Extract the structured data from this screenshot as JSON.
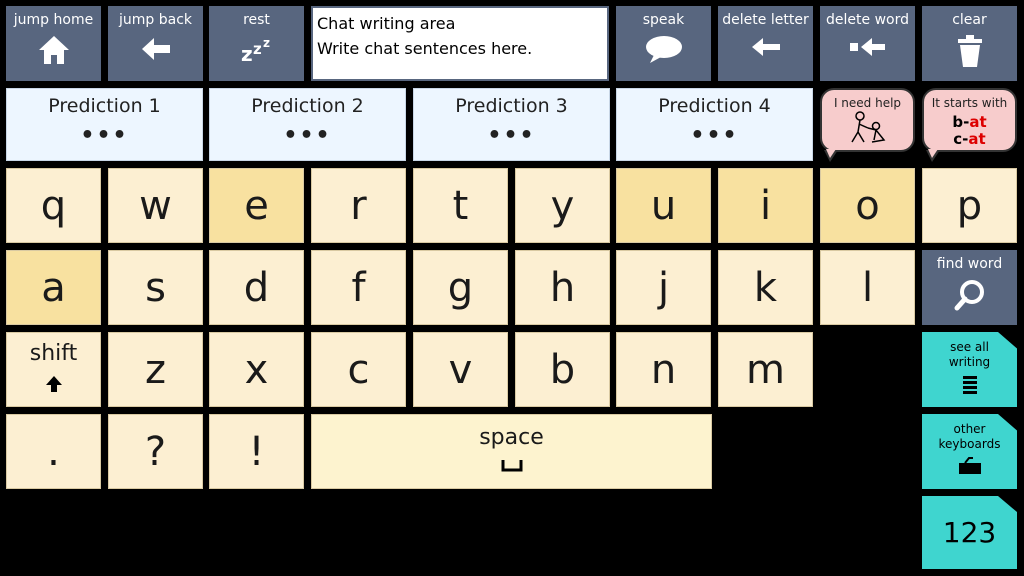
{
  "nav": {
    "jump_home": "jump home",
    "jump_back": "jump back",
    "rest": "rest",
    "speak": "speak",
    "delete_letter": "delete letter",
    "delete_word": "delete word",
    "clear": "clear"
  },
  "chat": {
    "title": "Chat writing area",
    "placeholder": "Write chat sentences here."
  },
  "predictions": [
    "Prediction 1",
    "Prediction 2",
    "Prediction 3",
    "Prediction 4"
  ],
  "prediction_dots": "•••",
  "help": {
    "label": "I need help"
  },
  "starts_with": {
    "label": "It starts with",
    "ex1_b": "b-",
    "ex1_r": "at",
    "ex2_b": "c-",
    "ex2_r": "at"
  },
  "keys": {
    "row1": [
      "q",
      "w",
      "e",
      "r",
      "t",
      "y",
      "u",
      "i",
      "o",
      "p"
    ],
    "row2": [
      "a",
      "s",
      "d",
      "f",
      "g",
      "h",
      "j",
      "k",
      "l"
    ],
    "row3": [
      "z",
      "x",
      "c",
      "v",
      "b",
      "n",
      "m"
    ],
    "punct": [
      ".",
      "?",
      "!"
    ],
    "shift": "shift",
    "space": "space",
    "space_glyph": "␣"
  },
  "find_word": "find word",
  "tools": {
    "see_all": "see all writing",
    "other_keyboards": "other keyboards",
    "numbers": "123"
  },
  "colors": {
    "nav": "#58667f",
    "key": "#fcefd2",
    "key_highlight": "#f8e1a0",
    "tool": "#3fd5cf",
    "bubble": "#f7cccc"
  }
}
